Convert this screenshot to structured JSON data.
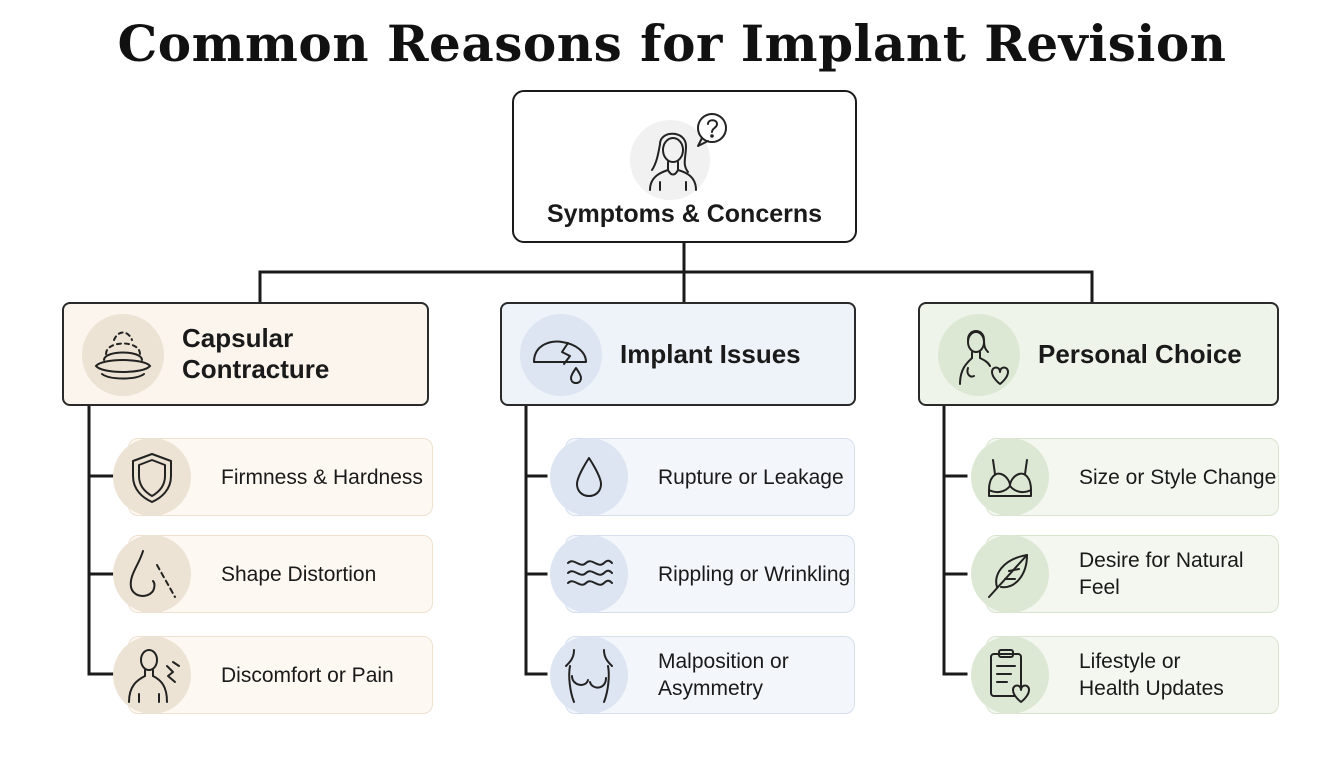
{
  "title": "Common Reasons for Implant Revision",
  "root": {
    "label": "Symptoms & Concerns",
    "icon": "woman-question-icon"
  },
  "categories": [
    {
      "label": "Capsular Contracture",
      "icon": "capsule-icon",
      "colors": {
        "bg": "#fbf5ee",
        "item_bg": "#fdf8f2",
        "item_border": "#eee1cf",
        "circle": "#ede3d4"
      },
      "items": [
        {
          "label": "Firmness & Hardness",
          "icon": "shield-icon"
        },
        {
          "label": "Shape Distortion",
          "icon": "breast-contour-icon"
        },
        {
          "label": "Discomfort or Pain",
          "icon": "shoulder-pain-icon"
        }
      ]
    },
    {
      "label": "Implant Issues",
      "icon": "ruptured-implant-icon",
      "colors": {
        "bg": "#eef2f9",
        "item_bg": "#f3f6fb",
        "item_border": "#d6dfee",
        "circle": "#dde5f2"
      },
      "items": [
        {
          "label": "Rupture or Leakage",
          "icon": "droplet-icon"
        },
        {
          "label": "Rippling or Wrinkling",
          "icon": "waves-icon"
        },
        {
          "label": "Malposition or\nAsymmetry",
          "icon": "torso-icon"
        }
      ]
    },
    {
      "label": "Personal Choice",
      "icon": "woman-heart-icon",
      "colors": {
        "bg": "#eff4ea",
        "item_bg": "#f3f7ef",
        "item_border": "#d9e4cf",
        "circle": "#dde8d4"
      },
      "items": [
        {
          "label": "Size or Style Change",
          "icon": "bra-icon"
        },
        {
          "label": "Desire for Natural Feel",
          "icon": "feather-icon"
        },
        {
          "label": "Lifestyle or\nHealth Updates",
          "icon": "clipboard-heart-icon"
        }
      ]
    }
  ]
}
